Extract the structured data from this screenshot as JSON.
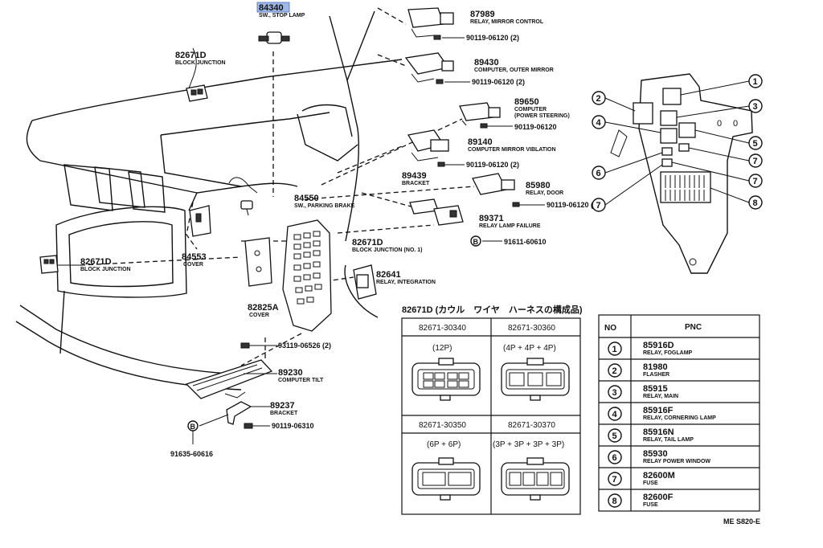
{
  "callouts": [
    {
      "id": "c84340",
      "pn": "84340",
      "desc": "SW., STOP LAMP"
    },
    {
      "id": "c87989",
      "pn": "87989",
      "desc": "RELAY, MIRROR CONTROL"
    },
    {
      "id": "b87989",
      "pn": "90119-06120 (2)"
    },
    {
      "id": "c82671d_top",
      "pn": "82671D",
      "desc": "BLOCK JUNCTION"
    },
    {
      "id": "c89430",
      "pn": "89430",
      "desc": "COMPUTER, OUTER MIRROR"
    },
    {
      "id": "b89430",
      "pn": "90119-06120 (2)"
    },
    {
      "id": "c89650",
      "pn": "89650",
      "desc": "COMPUTER",
      "desc2": "(POWER STEERING)"
    },
    {
      "id": "b89650",
      "pn": "90119-06120"
    },
    {
      "id": "c89140",
      "pn": "89140",
      "desc": "COMPUTER MIRROR VIBLATION"
    },
    {
      "id": "b89140",
      "pn": "90119-06120 (2)"
    },
    {
      "id": "c89439",
      "pn": "89439",
      "desc": "BRACKET"
    },
    {
      "id": "c85980",
      "pn": "85980",
      "desc": "RELAY, DOOR"
    },
    {
      "id": "b85980",
      "pn": "90119-06120 (2)"
    },
    {
      "id": "c84550",
      "pn": "84550",
      "desc": "SW., PARKING BRAKE"
    },
    {
      "id": "c89371",
      "pn": "89371",
      "desc": "RELAY LAMP FAILURE"
    },
    {
      "id": "c91611",
      "pn": "91611-60610"
    },
    {
      "id": "c82671d_no1",
      "pn": "82671D",
      "desc": "BLOCK JUNCTION (NO. 1)"
    },
    {
      "id": "c82671d_left",
      "pn": "82671D",
      "desc": "BLOCK JUNCTION"
    },
    {
      "id": "c84553",
      "pn": "84553",
      "desc": "COVER"
    },
    {
      "id": "c82641",
      "pn": "82641",
      "desc": "RELAY, INTEGRATION"
    },
    {
      "id": "c82825a",
      "pn": "82825A",
      "desc": "COVER"
    },
    {
      "id": "c93119",
      "pn": "93119-06526 (2)"
    },
    {
      "id": "c89230",
      "pn": "89230",
      "desc": "COMPUTER TILT"
    },
    {
      "id": "c89237",
      "pn": "89237",
      "desc": "BRACKET"
    },
    {
      "id": "c90119_06310",
      "pn": "90119-06310"
    },
    {
      "id": "c91635",
      "pn": "91635-60616"
    }
  ],
  "bolt_symbol": "B",
  "connector_table": {
    "caption": "82671D (カウル　ワイヤ　ハーネスの構成品)",
    "cells": [
      {
        "pn": "82671-30340",
        "pins": "(12P)"
      },
      {
        "pn": "82671-30360",
        "pins": "(4P + 4P + 4P)"
      },
      {
        "pn": "82671-30350",
        "pins": "(6P + 6P)"
      },
      {
        "pn": "82671-30370",
        "pins": "(3P + 3P + 3P + 3P)"
      }
    ]
  },
  "pnc_table": {
    "headers": {
      "no": "NO",
      "pnc": "PNC"
    },
    "rows": [
      {
        "no": "1",
        "pnc": "85916D",
        "desc": "RELAY, FOGLAMP"
      },
      {
        "no": "2",
        "pnc": "81980",
        "desc": "FLASHER"
      },
      {
        "no": "3",
        "pnc": "85915",
        "desc": "RELAY, MAIN"
      },
      {
        "no": "4",
        "pnc": "85916F",
        "desc": "RELAY, CORNERING LAMP"
      },
      {
        "no": "5",
        "pnc": "85916N",
        "desc": "RELAY, TAIL LAMP"
      },
      {
        "no": "6",
        "pnc": "85930",
        "desc": "RELAY POWER WINDOW"
      },
      {
        "no": "7",
        "pnc": "82600M",
        "desc": "FUSE"
      },
      {
        "no": "8",
        "pnc": "82600F",
        "desc": "FUSE"
      }
    ]
  },
  "junction_markers": [
    "1",
    "2",
    "3",
    "4",
    "5",
    "6",
    "7",
    "7",
    "7",
    "8"
  ],
  "figure_code": "ME S820-E"
}
